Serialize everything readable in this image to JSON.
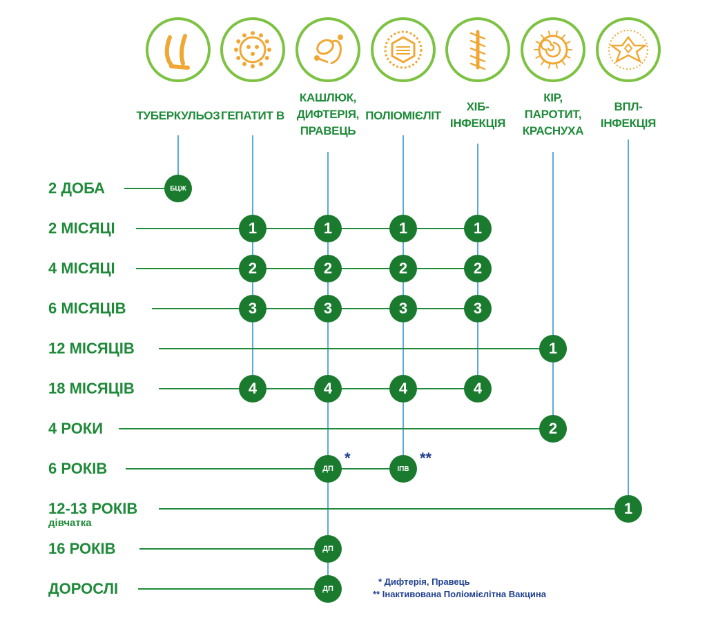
{
  "colors": {
    "accent": "#1f8a3a",
    "dot": "#1a7a2e",
    "stem": "#5aaad8",
    "icon_ring": "#7dc242",
    "icon_fill": "#f0a733",
    "note": "#1e3f8f"
  },
  "columns": [
    {
      "id": "tb",
      "label": "ТУБЕРКУЛЬОЗ",
      "icon": "tuberculosis-icon"
    },
    {
      "id": "hepb",
      "label": "ГЕПАТИТ В",
      "icon": "hepatitis-b-icon"
    },
    {
      "id": "dtp",
      "label": "КАШЛЮК,\nДИФТЕРІЯ,\nПРАВЕЦЬ",
      "icon": "pertussis-icon"
    },
    {
      "id": "polio",
      "label": "ПОЛІОМІЄЛІТ",
      "icon": "poliovirus-icon"
    },
    {
      "id": "hib",
      "label": "ХІБ-\nІНФЕКЦІЯ",
      "icon": "hib-icon"
    },
    {
      "id": "mmr",
      "label": "КІР,\nПАРОТИТ,\nКРАСНУХА",
      "icon": "measles-icon"
    },
    {
      "id": "hpv",
      "label": "ВПЛ-\nІНФЕКЦІЯ",
      "icon": "hpv-icon"
    }
  ],
  "rows": [
    {
      "label": "2 ДОБА"
    },
    {
      "label": "2 МІСЯЦІ"
    },
    {
      "label": "4 МІСЯЦІ"
    },
    {
      "label": "6 МІСЯЦІВ"
    },
    {
      "label": "12 МІСЯЦІВ"
    },
    {
      "label": "18 МІСЯЦІВ"
    },
    {
      "label": "4 РОКИ"
    },
    {
      "label": "6 РОКІВ"
    },
    {
      "label": "12-13 РОКІВ",
      "sub": "дівчатка"
    },
    {
      "label": "16 РОКІВ"
    },
    {
      "label": "ДОРОСЛІ"
    }
  ],
  "doses": [
    {
      "row": 0,
      "col": 0,
      "text": "БЦЖ"
    },
    {
      "row": 1,
      "col": 1,
      "text": "1"
    },
    {
      "row": 1,
      "col": 2,
      "text": "1"
    },
    {
      "row": 1,
      "col": 3,
      "text": "1"
    },
    {
      "row": 1,
      "col": 4,
      "text": "1"
    },
    {
      "row": 2,
      "col": 1,
      "text": "2"
    },
    {
      "row": 2,
      "col": 2,
      "text": "2"
    },
    {
      "row": 2,
      "col": 3,
      "text": "2"
    },
    {
      "row": 2,
      "col": 4,
      "text": "2"
    },
    {
      "row": 3,
      "col": 1,
      "text": "3"
    },
    {
      "row": 3,
      "col": 2,
      "text": "3"
    },
    {
      "row": 3,
      "col": 3,
      "text": "3"
    },
    {
      "row": 3,
      "col": 4,
      "text": "3"
    },
    {
      "row": 4,
      "col": 5,
      "text": "1"
    },
    {
      "row": 5,
      "col": 1,
      "text": "4"
    },
    {
      "row": 5,
      "col": 2,
      "text": "4"
    },
    {
      "row": 5,
      "col": 3,
      "text": "4"
    },
    {
      "row": 5,
      "col": 4,
      "text": "4"
    },
    {
      "row": 6,
      "col": 5,
      "text": "2"
    },
    {
      "row": 7,
      "col": 2,
      "text": "ДП",
      "mark": "*"
    },
    {
      "row": 7,
      "col": 3,
      "text": "ІПВ",
      "mark": "**"
    },
    {
      "row": 8,
      "col": 6,
      "text": "1"
    },
    {
      "row": 9,
      "col": 2,
      "text": "ДП"
    },
    {
      "row": 10,
      "col": 2,
      "text": "ДП"
    }
  ],
  "footnotes": [
    "* Дифтерія, Правець",
    "** Інактивована Поліомієлітна Вакцина"
  ]
}
